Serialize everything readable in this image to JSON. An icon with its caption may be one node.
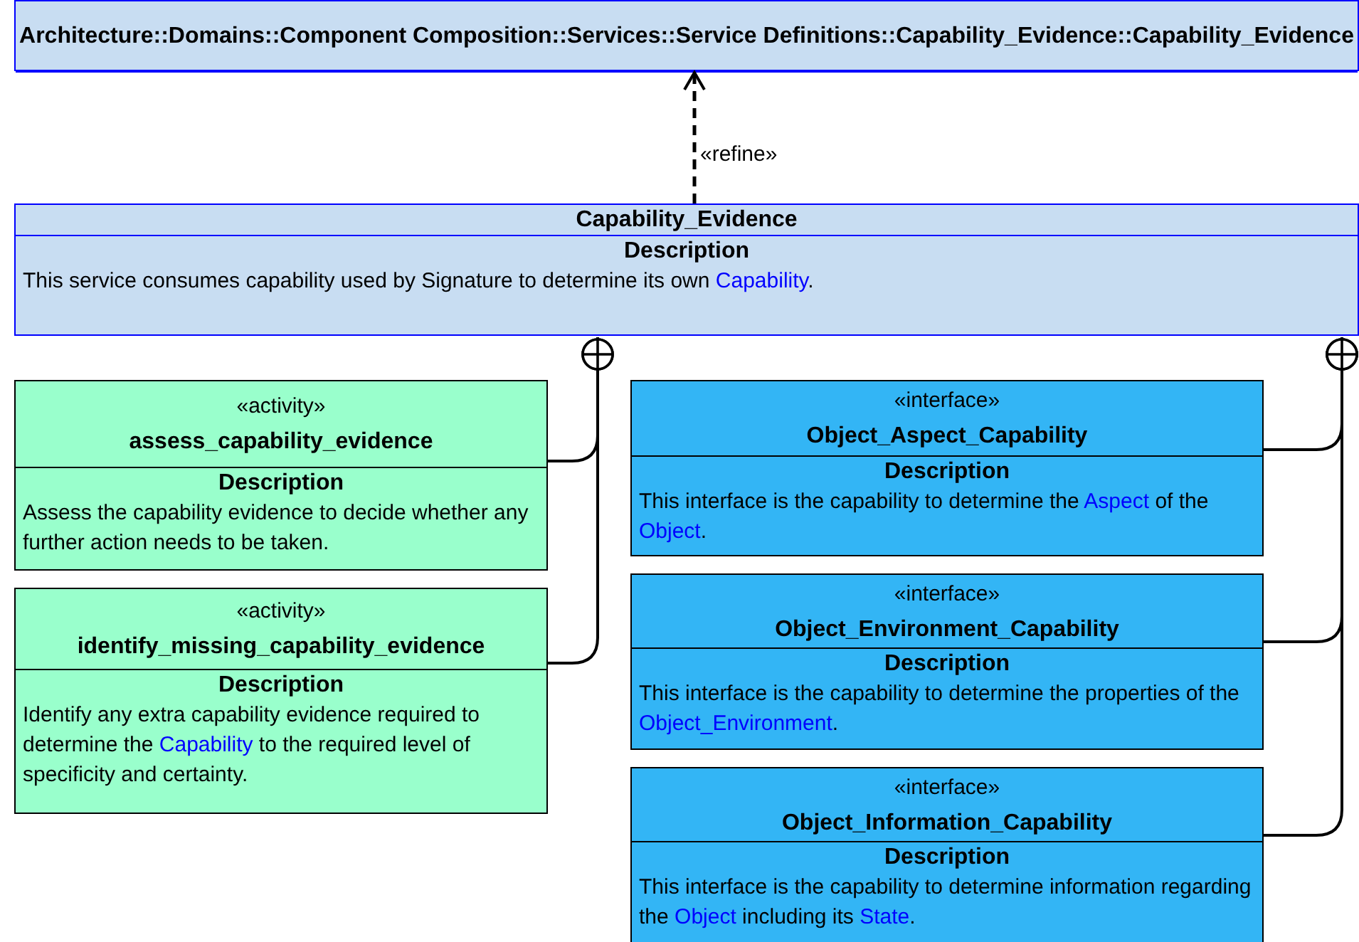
{
  "diagram": {
    "nodes": [
      {
        "text": [
          "Architecture::Domains::Component Composition::Services::Service Definitions::Capability_Evidence::Capability_Evidence"
        ]
      },
      {
        "text": [
          "Capability_Evidence",
          "Description",
          "This service consumes capability used by Signature to determine its own *Capability*."
        ]
      },
      {
        "text": [
          "«activity»",
          "assess_capability_evidence",
          "Description",
          "Assess the capability evidence to decide whether any further action needs to be taken."
        ]
      },
      {
        "text": [
          "«activity»",
          "identify_missing_capability_evidence",
          "Description",
          "Identify any extra capability evidence required to determine the *Capability* to the required level of specificity and certainty."
        ]
      },
      {
        "text": [
          "«interface»",
          "Object_Aspect_Capability",
          "Description",
          "This interface is the capability to determine the *Aspect* of the *Object*."
        ]
      },
      {
        "text": [
          "«interface»",
          "Object_Environment_Capability",
          "Description",
          "This interface is the capability to determine the properties of the *Object_Environment*."
        ]
      },
      {
        "text": [
          "«interface»",
          "Object_Information_Capability",
          "Description",
          "This interface is the capability to determine information regarding the *Object* including its *State*."
        ]
      }
    ],
    "edges": [
      {
        "from": 1,
        "to": 0,
        "arrow": "to",
        "label": "«refine»",
        "style": "dashed"
      },
      {
        "from": 2,
        "to": 1,
        "arrow": "other"
      },
      {
        "from": 3,
        "to": 1,
        "arrow": "other"
      },
      {
        "from": 4,
        "to": 1,
        "arrow": "other"
      },
      {
        "from": 5,
        "to": 1,
        "arrow": "other"
      },
      {
        "from": 6,
        "to": 1,
        "arrow": "other"
      }
    ]
  }
}
